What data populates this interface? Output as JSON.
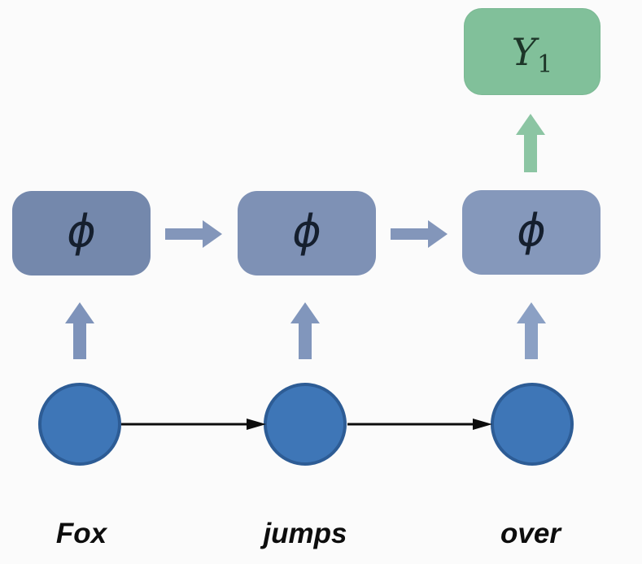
{
  "output_node": {
    "label_main": "Y",
    "label_sub": "1"
  },
  "hidden_nodes": [
    {
      "label": "ϕ"
    },
    {
      "label": "ϕ"
    },
    {
      "label": "ϕ"
    }
  ],
  "input_words": [
    {
      "label": "Fox"
    },
    {
      "label": "jumps"
    },
    {
      "label": "over"
    }
  ],
  "colors": {
    "background": "#fbfbfb",
    "output_box_fill": "#81c09a",
    "output_label_text": "#1d3528",
    "output_arrow": "#8cc5a3",
    "hidden_box_fills": [
      "#7488ac",
      "#7e91b5",
      "#8598bb"
    ],
    "hidden_label_text": "#151f2e",
    "hidden_chain_arrow": "#8396ba",
    "input_arrow_fills": [
      "#7e93ba",
      "#8196bc",
      "#8ba0c4"
    ],
    "circle_fill": "#3e76b7",
    "circle_stroke": "#2d5c95",
    "sequence_arrow": "#0d0d0d",
    "word_label_text": "#0d0d0d"
  }
}
